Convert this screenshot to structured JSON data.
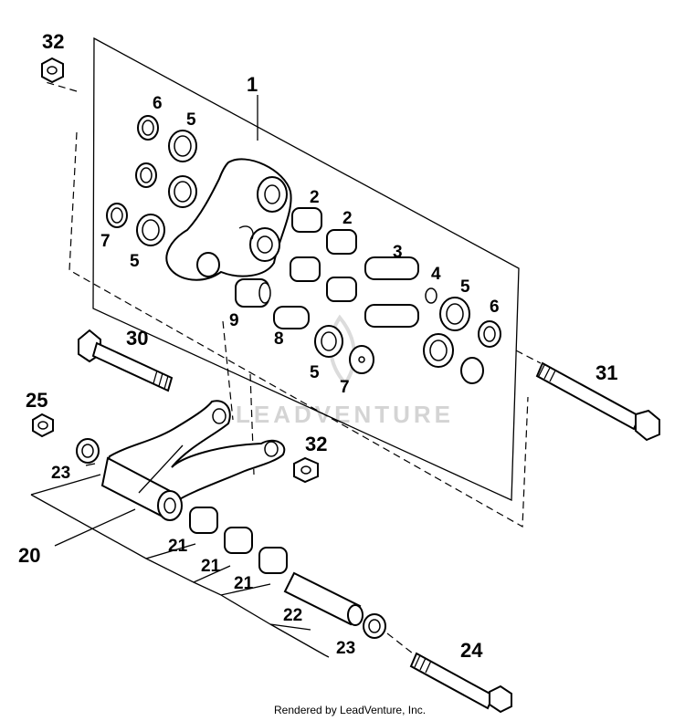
{
  "callouts": {
    "c1": "1",
    "c2a": "2",
    "c2b": "2",
    "c3": "3",
    "c4": "4",
    "c5a": "5",
    "c5b": "5",
    "c5c": "5",
    "c5d": "5",
    "c6a": "6",
    "c6b": "6",
    "c7a": "7",
    "c7b": "7",
    "c8": "8",
    "c9": "9",
    "c20": "20",
    "c21a": "21",
    "c21b": "21",
    "c21c": "21",
    "c22": "22",
    "c23a": "23",
    "c23b": "23",
    "c24": "24",
    "c25": "25",
    "c30": "30",
    "c31": "31",
    "c32a": "32",
    "c32b": "32"
  },
  "watermark": "LEADVENTURE",
  "footer": "Rendered by LeadVenture, Inc.",
  "colors": {
    "ink": "#000000",
    "paper": "#ffffff",
    "watermark": "#d4d4d4"
  }
}
